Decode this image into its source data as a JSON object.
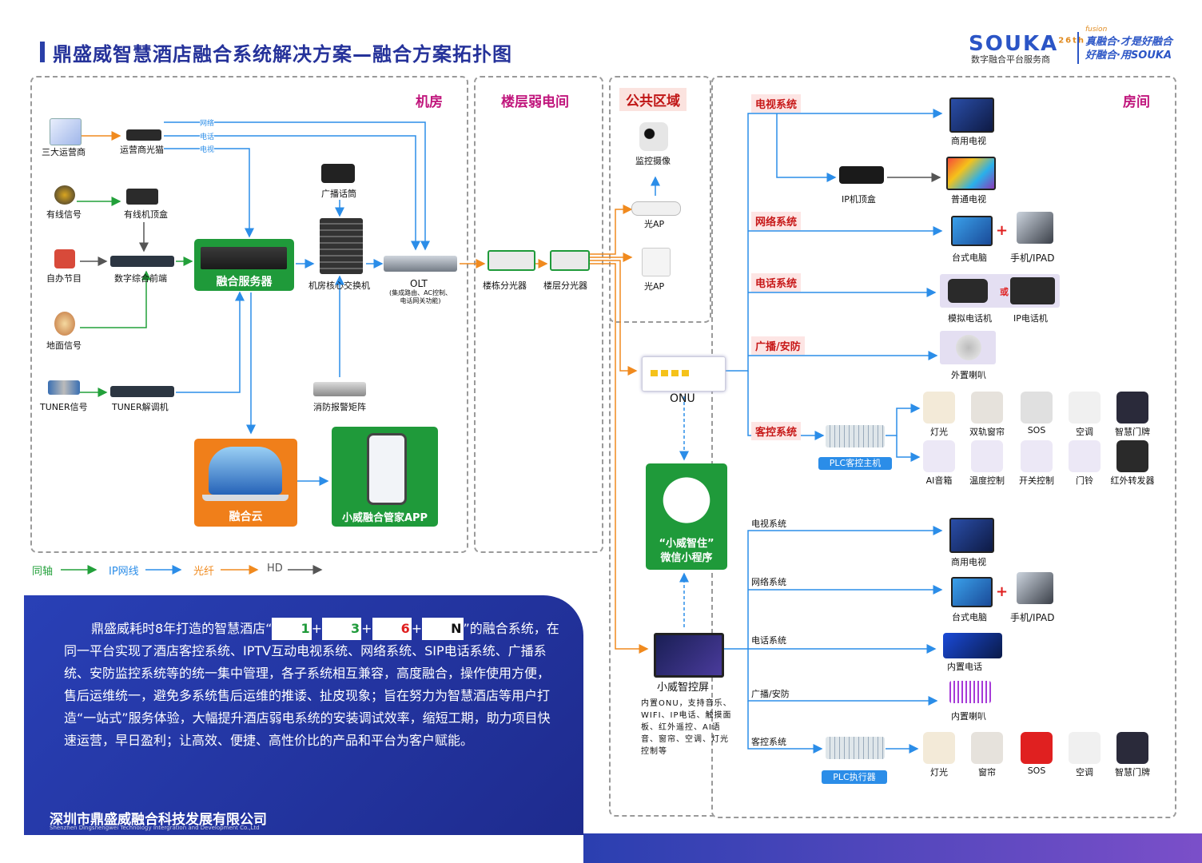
{
  "title": "鼎盛威智慧酒店融合系统解决方案—融合方案拓扑图",
  "brand": {
    "name": "SOUKA",
    "badge": "26th",
    "sub": "数字融合平台服务商",
    "fusion": "fusion",
    "slogan1": "真融合·才是好融合",
    "slogan2": "好融合·用SOUKA"
  },
  "zones": {
    "machine_room": "机房",
    "floor_room": "楼层弱电间",
    "public": "公共区域",
    "room": "房间"
  },
  "machine_room": {
    "operators": "三大运营商",
    "modem": "运营商光猫",
    "line_net": "网络",
    "line_phone": "电话",
    "line_tv": "电视",
    "cable_signal": "有线信号",
    "cable_stb": "有线机顶盒",
    "self_program": "自办节目",
    "digital_frontend": "数字综合前端",
    "ground_signal": "地面信号",
    "tuner_signal": "TUNER信号",
    "tuner_demod": "TUNER解调机",
    "fusion_server": "融合服务器",
    "broadcast_mic": "广播话筒",
    "core_switch": "机房核心交换机",
    "olt": "OLT",
    "olt_note": "(集成路由、AC控制、电话网关功能)",
    "fire_matrix": "消防报警矩阵",
    "cloud": "融合云",
    "app": "小威融合管家APP"
  },
  "floor": {
    "splitter1": "楼栋分光器",
    "splitter2": "楼层分光器"
  },
  "public": {
    "camera": "监控摄像",
    "ap1": "光AP",
    "ap2": "光AP"
  },
  "onu": "ONU",
  "miniprogram": {
    "line1": "“小威智住”",
    "line2": "微信小程序"
  },
  "smart_screen": {
    "name": "小威智控屏",
    "desc": "内置ONU，支持音乐、WIFI、IP电话、触摸面板、红外遥控、AI语音、窗帘、空调、灯光控制等"
  },
  "room_top": {
    "tv_system": "电视系统",
    "commercial_tv": "商用电视",
    "ip_stb": "IP机顶盒",
    "normal_tv": "普通电视",
    "net_system": "网络系统",
    "desktop": "台式电脑",
    "phone_ipad": "手机/IPAD",
    "phone_system": "电话系统",
    "analog_phone": "模拟电话机",
    "or": "或",
    "ip_phone": "IP电话机",
    "broadcast_system": "广播/安防",
    "speaker": "外置喇叭",
    "control_system": "客控系统",
    "plc_host": "PLC客控主机",
    "controls_row1": [
      "灯光",
      "双轨窗帘",
      "SOS",
      "空调",
      "智慧门牌"
    ],
    "controls_row2": [
      "AI音箱",
      "温度控制",
      "开关控制",
      "门铃",
      "红外转发器"
    ],
    "plus": "+"
  },
  "room_bottom": {
    "tv_system": "电视系统",
    "commercial_tv": "商用电视",
    "net_system": "网络系统",
    "desktop": "台式电脑",
    "phone_ipad": "手机/IPAD",
    "phone_system": "电话系统",
    "builtin_phone": "内置电话",
    "broadcast_system": "广播/安防",
    "builtin_speaker": "内置喇叭",
    "control_system": "客控系统",
    "plc_exec": "PLC执行器",
    "controls": [
      "灯光",
      "窗帘",
      "SOS",
      "空调",
      "智慧门牌"
    ],
    "plus": "+"
  },
  "legend": {
    "coax": "同轴",
    "ip": "IP网线",
    "fiber": "光纤",
    "hd": "HD",
    "coax_color": "#22a03a",
    "ip_color": "#2b8de8",
    "fiber_color": "#f08a1e",
    "hd_color": "#555555"
  },
  "intro": {
    "before": "鼎盛威耗时8年打造的智慧酒店“",
    "n1": "1",
    "n2": "3",
    "n3": "6",
    "n4": "N",
    "after": "”的融合系统，在同一平台实现了酒店客控系统、IPTV互动电视系统、网络系统、SIP电话系统、广播系统、安防监控系统等的统一集中管理，各子系统相互兼容，高度融合，操作使用方便，售后运维统一，避免多系统售后运维的推诿、扯皮现象；旨在努力为智慧酒店等用户打造“一站式”服务体验，大幅提升酒店弱电系统的安装调试效率，缩短工期，助力项目快速运营，早日盈利；让高效、便捷、高性价比的产品和平台为客户赋能。"
  },
  "company": {
    "cn": "深圳市鼎盛威融合科技发展有限公司",
    "en": "Shenzhen Dingshengwei Technology Intergration and Development Co.,Ltd"
  }
}
